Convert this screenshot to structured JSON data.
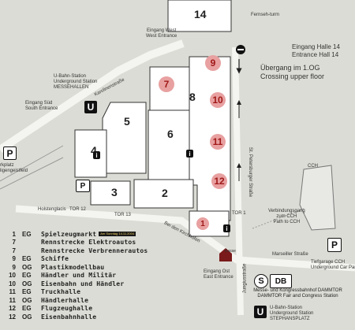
{
  "halls": {
    "h1": "1",
    "h2": "2",
    "h3": "3",
    "h4": "4",
    "h5": "5",
    "h6": "6",
    "h7": "7",
    "h8": "8",
    "h9": "9",
    "h10": "10",
    "h11": "11",
    "h12": "12",
    "h14": "14"
  },
  "labels": {
    "fernsehturm": "Fernseh-turm",
    "west_entrance": "Eingang West\nWest Entrance",
    "hall14_entrance_de": "Eingang Halle 14",
    "hall14_entrance_en": "Entrance Hall 14",
    "crossing_de": "Übergang im 1.OG",
    "crossing_en": "Crossing upper floor",
    "ubahn_messehallen": "U-Bahn-Station\nUnderground Station\nMESSEHALLEN",
    "south_entrance": "Eingang Süd\nSouth Entrance",
    "karolinenstrasse": "Karolinenstraße",
    "parking_left": "rkplatz\nligengeistfeld",
    "holstenglacis": "Holstenglacis",
    "tor12": "TOR 12",
    "tor13": "TOR 13",
    "tor1": "TOR 1",
    "bei_den_kirchhoefen": "Bei den Kirchhöfen",
    "st_petersburger": "St. Petersburger Straße",
    "jungiusstrasse": "Jungiusstraße",
    "marseiller": "Marseiller Straße",
    "cch_path": "Verbindungsgang\nzum CCH\nPath to CCH",
    "tiefgarage": "Tiefgarage CCH\nUnderground Car Park",
    "east_entrance": "Eingang Ost\nEast Entrance",
    "fair_congress": "Messe- und Kongressbahnhof DAMMTOR\nDAMMTOR Fair and Congress Station",
    "ubahn_stephansplatz": "U-Bahn-Station\nUnderground Station\nSTEPHANSPLATZ",
    "kassen": "Kasse",
    "cch": "CCH"
  },
  "badges": {
    "u": "U",
    "p": "P",
    "s": "S",
    "db": "DB",
    "i": "i"
  },
  "legend": [
    {
      "num": "1",
      "lvl": "EG",
      "name": "Spielzeugmarkt",
      "tag": "Am Sonntag 14.11.2004"
    },
    {
      "num": "7",
      "lvl": "",
      "name": "Rennstrecke Elektroautos",
      "tag": ""
    },
    {
      "num": "7",
      "lvl": "",
      "name": "Rennstrecke Verbrennerautos",
      "tag": ""
    },
    {
      "num": "9",
      "lvl": "EG",
      "name": "Schiffe",
      "tag": ""
    },
    {
      "num": "9",
      "lvl": "OG",
      "name": "Plastikmodellbau",
      "tag": ""
    },
    {
      "num": "10",
      "lvl": "EG",
      "name": "Händler und Militär",
      "tag": ""
    },
    {
      "num": "10",
      "lvl": "OG",
      "name": "Eisenbahn und Händler",
      "tag": ""
    },
    {
      "num": "11",
      "lvl": "EG",
      "name": "Truckhalle",
      "tag": ""
    },
    {
      "num": "11",
      "lvl": "OG",
      "name": "Händlerhalle",
      "tag": ""
    },
    {
      "num": "12",
      "lvl": "EG",
      "name": "Flugzeughalle",
      "tag": ""
    },
    {
      "num": "12",
      "lvl": "OG",
      "name": "Eisenbahnhalle",
      "tag": ""
    }
  ],
  "colors": {
    "background": "#dcdcd6",
    "building": "#ffffff",
    "highlight": "#e8a0a0",
    "highlight_text": "#a01818",
    "road": "#f4f4f0"
  }
}
